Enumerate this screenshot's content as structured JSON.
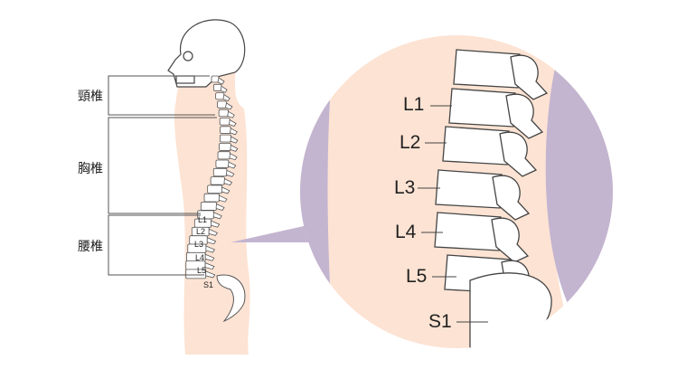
{
  "regions": {
    "cervical": "頸椎",
    "thoracic": "胸椎",
    "lumbar": "腰椎"
  },
  "small_labels": [
    "L1",
    "L2",
    "L3",
    "L4",
    "L5",
    "S1"
  ],
  "large_labels": [
    "L1",
    "L2",
    "L3",
    "L4",
    "L5",
    "S1"
  ],
  "colors": {
    "skin": "#fde3d3",
    "purple": "#c3b4d0",
    "bone_stroke": "#555555"
  }
}
